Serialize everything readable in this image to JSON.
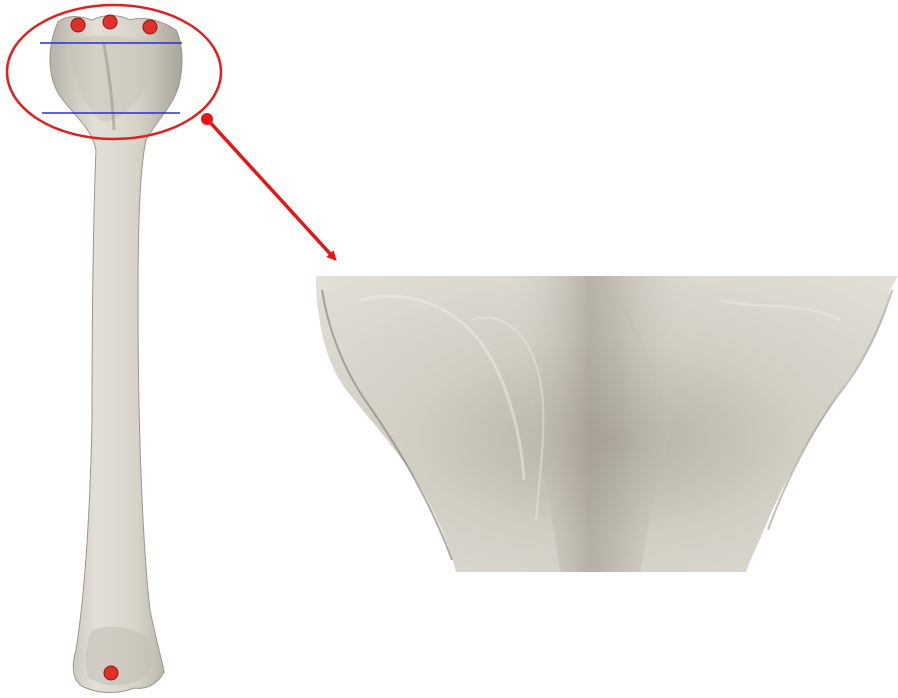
{
  "colors": {
    "background": "#ffffff",
    "bone_fill": "#d9d5cb",
    "bone_shadow": "#a8a398",
    "bone_highlight": "#ece9e1",
    "marker_fill": "#e0302a",
    "marker_stroke": "#8a1a16",
    "highlight_ellipse": "#e01f1f",
    "section_line": "#2230d8",
    "arrow": "#e41616"
  },
  "icons": {
    "proximal_markers": [
      "anatomical-landmark-marker",
      "anatomical-landmark-marker",
      "anatomical-landmark-marker"
    ],
    "distal_marker": "anatomical-landmark-marker",
    "zoom_arrow": "arrow-with-dot-tail"
  },
  "section_lines": {
    "count": 2
  }
}
